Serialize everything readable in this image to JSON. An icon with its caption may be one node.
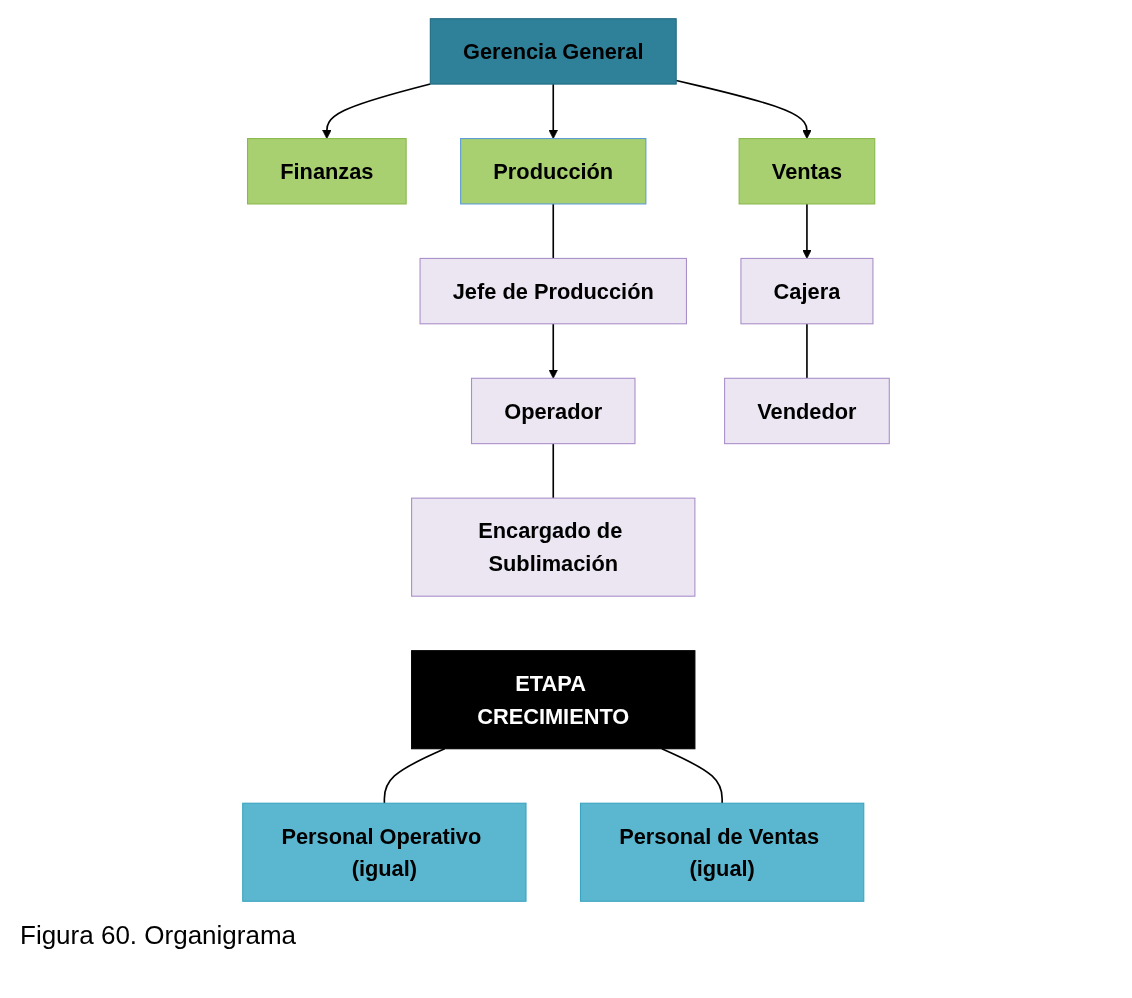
{
  "diagram": {
    "caption": "Figura 60. Organigrama",
    "nodes": [
      {
        "text": [
          "Gerencia General"
        ]
      },
      {
        "text": [
          "Finanzas"
        ]
      },
      {
        "text": [
          "Producción"
        ]
      },
      {
        "text": [
          "Ventas"
        ]
      },
      {
        "text": [
          "Jefe de Producción"
        ]
      },
      {
        "text": [
          "Operador"
        ]
      },
      {
        "text": [
          "Encargado de Sublimación"
        ]
      },
      {
        "text": [
          "Cajera"
        ]
      },
      {
        "text": [
          "Vendedor"
        ]
      },
      {
        "text": [
          "ETAPA CRECIMIENTO"
        ]
      },
      {
        "text": [
          "Personal Operativo (igual)"
        ]
      },
      {
        "text": [
          "Personal de Ventas (igual)"
        ]
      }
    ],
    "edges": [
      {
        "from": 0,
        "to": 1,
        "arrow": "to"
      },
      {
        "from": 0,
        "to": 2,
        "arrow": "to"
      },
      {
        "from": 0,
        "to": 3,
        "arrow": "to"
      },
      {
        "from": 2,
        "to": 4,
        "arrow": "none"
      },
      {
        "from": 4,
        "to": 5,
        "arrow": "to"
      },
      {
        "from": 5,
        "to": 6,
        "arrow": "none"
      },
      {
        "from": 3,
        "to": 7,
        "arrow": "to"
      },
      {
        "from": 7,
        "to": 8,
        "arrow": "none"
      },
      {
        "from": 9,
        "to": 10,
        "arrow": "none"
      },
      {
        "from": 9,
        "to": 11,
        "arrow": "none"
      }
    ]
  }
}
